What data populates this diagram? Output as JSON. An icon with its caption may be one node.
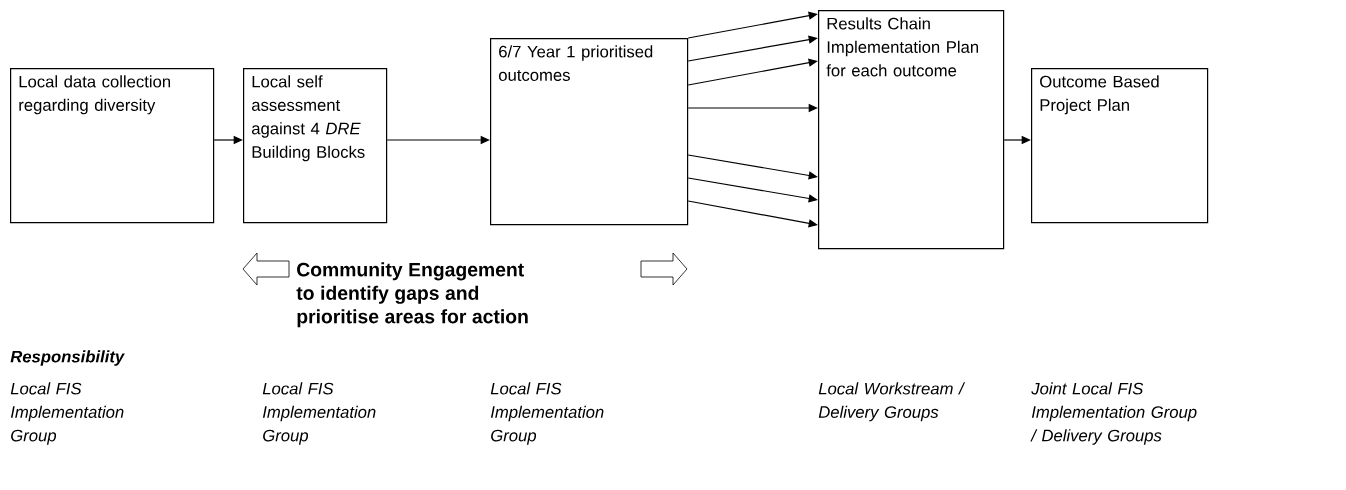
{
  "diagram": {
    "nodes": [
      {
        "text": [
          "Local data collection regarding diversity"
        ]
      },
      {
        "text": [
          "Local self assessment against 4 *DRE* Building Blocks"
        ]
      },
      {
        "text": [
          "6/7 Year 1 prioritised outcomes"
        ]
      },
      {
        "text": [
          "Results Chain Implementation Plan for each outcome"
        ]
      },
      {
        "text": [
          "Outcome Based Project Plan"
        ]
      }
    ],
    "edges": [
      {
        "from": 0,
        "to": 1,
        "arrow": "to"
      },
      {
        "from": 1,
        "to": 2,
        "arrow": "to"
      },
      {
        "from": 2,
        "to": 3,
        "arrow": "to"
      },
      {
        "from": 2,
        "to": 3,
        "arrow": "to"
      },
      {
        "from": 2,
        "to": 3,
        "arrow": "to"
      },
      {
        "from": 2,
        "to": 3,
        "arrow": "to"
      },
      {
        "from": 2,
        "to": 3,
        "arrow": "to"
      },
      {
        "from": 2,
        "to": 3,
        "arrow": "to"
      },
      {
        "from": 2,
        "to": 3,
        "arrow": "to"
      },
      {
        "from": 3,
        "to": 4,
        "arrow": "to"
      }
    ],
    "labels": [
      "Community Engagement to identify gaps and prioritise areas for action",
      "Responsibility",
      "Local FIS Implementation Group",
      "Local FIS Implementation Group",
      "Local FIS Implementation Group",
      "Local Workstream / Delivery Groups",
      "Joint Local FIS Implementation Group / Delivery Groups"
    ]
  }
}
